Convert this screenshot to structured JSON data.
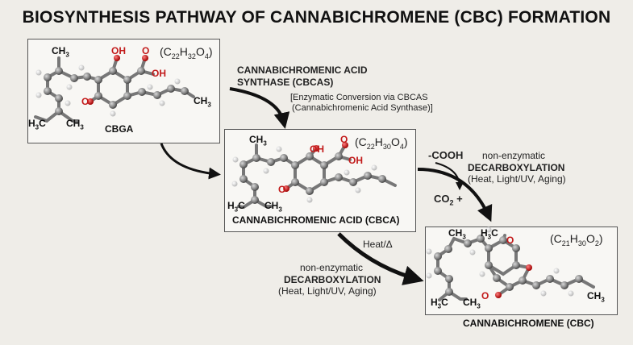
{
  "title": "BIOSYNTHESIS PATHWAY OF CANNABICHROMENE (CBC) FORMATION",
  "cbga": {
    "name": "CBGA",
    "formula_main": "(C",
    "f1": "22",
    "f2": "H",
    "f3": "32",
    "f4": "O",
    "f5": "4",
    "f6": ")"
  },
  "cbca": {
    "name": "CANNABICHROMENIC ACID (CBCA)",
    "f1": "22",
    "f3": "30",
    "f5": "4"
  },
  "cbc": {
    "name": "CANNABICHROMENE (CBC)",
    "f1": "21",
    "f3": "30",
    "f5": "2"
  },
  "enzyme": {
    "line1": "CANNABICHROMENIC ACID",
    "line2": "SYNTHASE (CBCAS)",
    "note1": "[Enzymatic Conversion via CBCAS",
    "note2": "(Cannabichromenic Acid Synthase)]"
  },
  "decarb_right": {
    "cooh": "-COOH",
    "co2": "CO",
    "co2_sub": "2",
    "plus": "+",
    "line1": "non-enzymatic",
    "line2": "DECARBOXYLATION",
    "line3": "(Heat, Light/UV, Aging)"
  },
  "decarb_bottom": {
    "heat": "Heat/Δ",
    "line1": "non-enzymatic",
    "line2": "DECARBOXYLATION",
    "line3": "(Heat, Light/UV, Aging)"
  },
  "atoms": {
    "ch3": "CH",
    "three": "3",
    "h3c": "H",
    "h3c_3": "3",
    "h3c_c": "C",
    "oh": "OH",
    "o": "O",
    "o2": "O",
    "h3c_full_c": "C"
  }
}
